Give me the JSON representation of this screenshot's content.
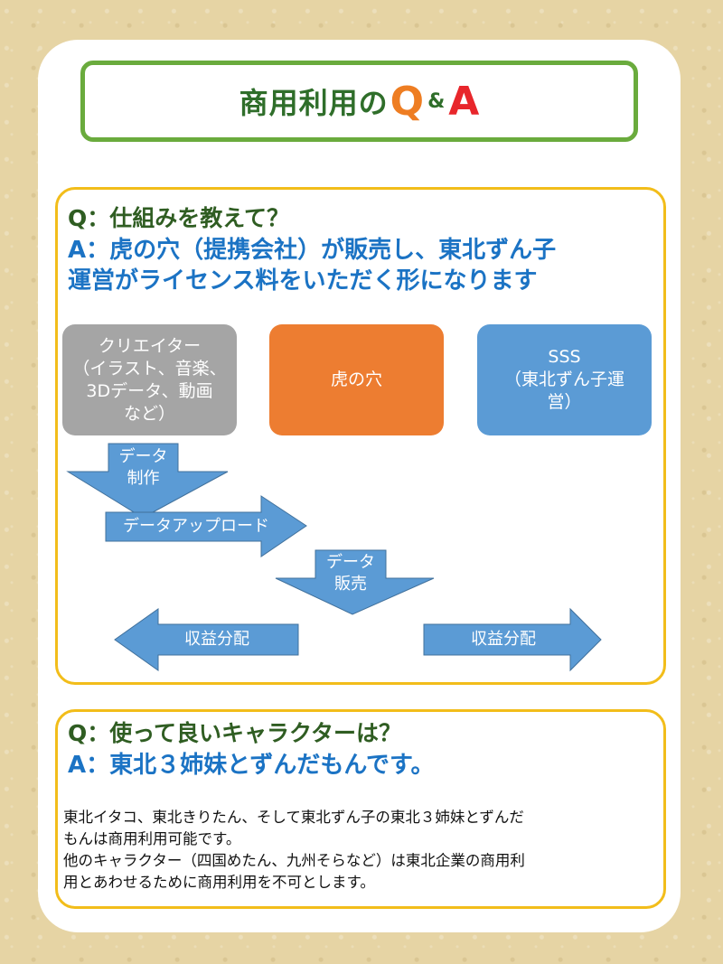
{
  "title": {
    "text": "商用利用の",
    "q": "Q",
    "amp": "&",
    "a": "A"
  },
  "qa1": {
    "question": "Q：仕組みを教えて？",
    "answer_line1": "A：虎の穴（提携会社）が販売し、東北ずん子",
    "answer_line2": "運営がライセンス料をいただく形になります"
  },
  "diagram": {
    "creator": [
      "クリエイター",
      "（イラスト、音楽、",
      "3Dデータ、動画",
      "など）"
    ],
    "tora": "虎の穴",
    "sss": [
      "SSS",
      "（東北ずん子運",
      "営）"
    ],
    "arrow_data_create": [
      "データ",
      "制作"
    ],
    "arrow_upload": "データアップロード",
    "arrow_sale": [
      "データ",
      "販売"
    ],
    "arrow_profit_left": "収益分配",
    "arrow_profit_right": "収益分配"
  },
  "qa2": {
    "question": "Q：使って良いキャラクターは？",
    "answer": "A：東北３姉妹とずんだもんです。",
    "body_lines": [
      "東北イタコ、東北きりたん、そして東北ずん子の東北３姉妹とずんだ",
      "もんは商用利用可能です。",
      "他のキャラクター（四国めたん、九州そらなど）は東北企業の商用利",
      "用とあわせるために商用利用を不可とします。"
    ]
  },
  "colors": {
    "background": "#e6d4a4",
    "title_border": "#6aab3d",
    "title_green": "#2f6e2a",
    "q_orange": "#ee7d22",
    "a_red": "#e8262b",
    "box_border": "#f2bd1a",
    "question_green": "#2f5d22",
    "answer_blue": "#1b73c4",
    "node_gray": "#a5a5a5",
    "node_orange": "#ed7d31",
    "node_blue": "#5b9bd5",
    "arrow_blue": "#5b9bd5"
  }
}
